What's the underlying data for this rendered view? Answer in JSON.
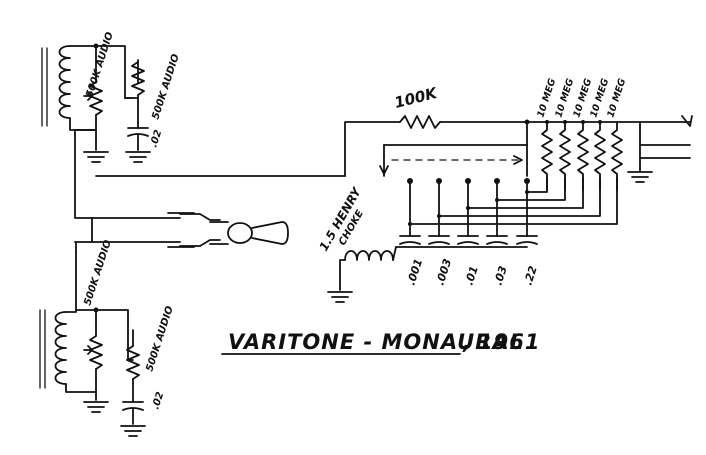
{
  "title": "VARITONE - MONAURAL",
  "year": "1961",
  "year_separator": ",",
  "upper_pickup": {
    "volume_pot": "500K AUDIO",
    "tone_pot": "500K AUDIO",
    "tone_cap": ".02"
  },
  "lower_pickup": {
    "volume_pot": "500K AUDIO",
    "tone_pot": "500K AUDIO",
    "tone_cap": ".02"
  },
  "series_resistor": "100K",
  "shunt_resistors": [
    "10 MEG",
    "10 MEG",
    "10 MEG",
    "10 MEG",
    "10 MEG"
  ],
  "choke": "1.5 HENRY CHOKE",
  "choke_line1": "1.5 HENRY",
  "choke_line2": "CHOKE",
  "capacitors": [
    ".001",
    ".003",
    ".01",
    ".03",
    ".22"
  ]
}
